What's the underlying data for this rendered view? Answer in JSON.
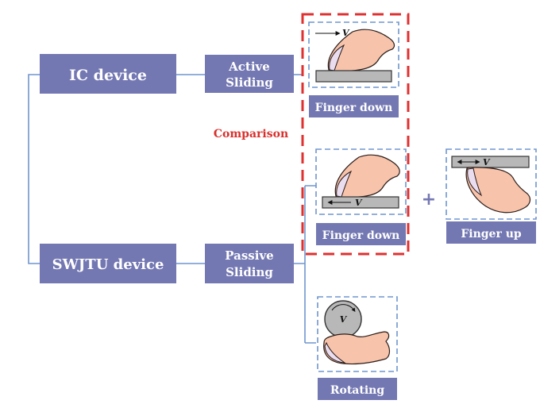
{
  "devices": {
    "ic": "IC device",
    "swjtu": "SWJTU device"
  },
  "modes": {
    "active": [
      "Active",
      "Sliding"
    ],
    "passive": [
      "Passive",
      "Sliding"
    ]
  },
  "panels": {
    "ic_finger_down": "Finger down",
    "swjtu_finger_down": "Finger down",
    "finger_up": "Finger up",
    "rotating": "Rotating"
  },
  "comparison_label": "Comparison",
  "plus_sign": "+",
  "velocity_symbol": "V",
  "colors": {
    "box": "#7478b2",
    "connector": "#6f96cf",
    "comparison": "#e03030",
    "finger": "#f7c3ab",
    "plate": "#b8b8b8"
  }
}
